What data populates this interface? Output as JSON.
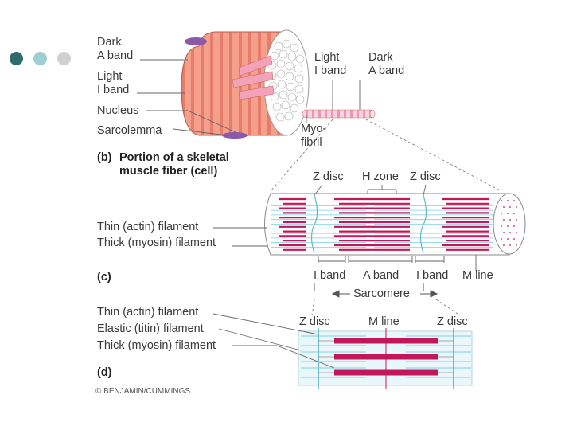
{
  "decor": {
    "dot_colors": [
      "#2e6b6b",
      "#9ccfd4",
      "#d0d0d0"
    ]
  },
  "panel_b": {
    "labels": {
      "dark_a_band": [
        "Dark",
        "A band"
      ],
      "light_i_band": [
        "Light",
        "I band"
      ],
      "nucleus": "Nucleus",
      "sarcolemma": "Sarcolemma",
      "light_i_band_right": [
        "Light",
        "I band"
      ],
      "dark_a_band_right": [
        "Dark",
        "A band"
      ],
      "myofibril": [
        "Myo-",
        "fibril"
      ]
    },
    "caption_letter": "(b)",
    "caption": [
      "Portion of a skeletal",
      "muscle fiber (cell)"
    ]
  },
  "panel_c": {
    "labels": {
      "z_disc_left": "Z disc",
      "h_zone": "H zone",
      "z_disc_right": "Z disc",
      "thin_filament": "Thin (actin) filament",
      "thick_filament": "Thick (myosin) filament",
      "i_band_left": "I band",
      "a_band": "A band",
      "i_band_right": "I band",
      "m_line": "M line",
      "sarcomere": "Sarcomere"
    },
    "caption_letter": "(c)"
  },
  "panel_d": {
    "labels": {
      "thin_filament": "Thin (actin) filament",
      "elastic_filament": "Elastic (titin) filament",
      "thick_filament": "Thick (myosin) filament",
      "z_disc_left": "Z disc",
      "m_line": "M line",
      "z_disc_right": "Z disc"
    },
    "caption_letter": "(d)"
  },
  "credit": "© BENJAMIN/CUMMINGS",
  "colors": {
    "fiber_pink": "#f4a08a",
    "stripe_red": "#e06a5e",
    "myofibril_pink": "#f2c2d2",
    "thick_magenta": "#c2185b",
    "thin_cyan": "#7fcfe0",
    "leader": "#666666"
  }
}
